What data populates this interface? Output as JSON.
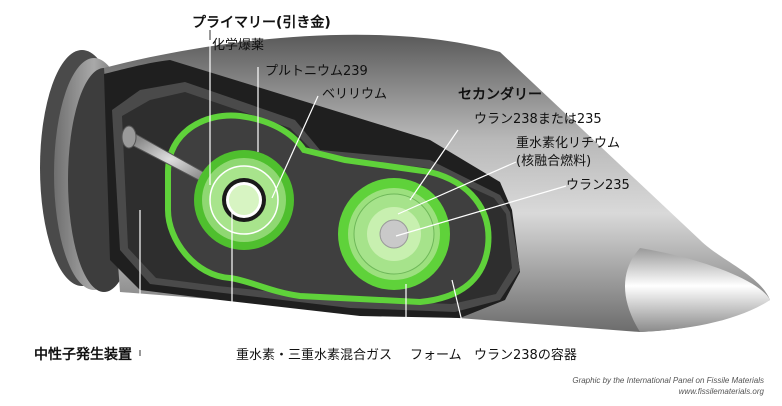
{
  "labels": {
    "primary": "プライマリー(引き金)",
    "chemical_explosive": "化学爆薬",
    "plutonium": "プルトニウム239",
    "beryllium": "ベリリウム",
    "secondary": "セカンダリー",
    "u238_or_235": "ウラン238または235",
    "lithium_deuteride": "重水素化リチウム",
    "fusion_fuel": "(核融合燃料)",
    "u235": "ウラン235",
    "neutron_generator": "中性子発生装置",
    "dt_gas": "重水素・三重水素混合ガス",
    "foam": "フォーム",
    "u238_container": "ウラン238の容器"
  },
  "credit": {
    "line1": "Graphic by the International Panel on Fissile Materials",
    "line2": "www.fissilematerials.org"
  },
  "colors": {
    "green_bright": "#5fd23a",
    "green_light": "#9ce07e",
    "green_pale": "#c8f0b0",
    "casing_dark": "#3a3a3a",
    "casing_mid": "#7a7a7a",
    "inner_dark": "#2b2b2b"
  }
}
